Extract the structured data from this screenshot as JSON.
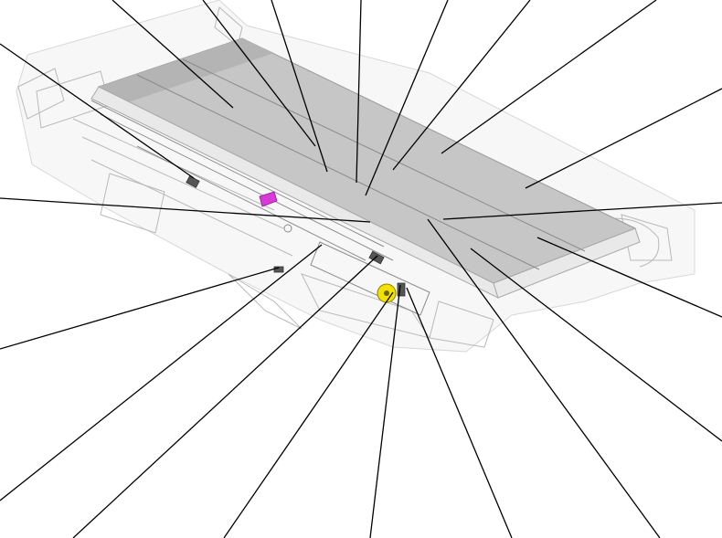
{
  "colors": {
    "background": "#ffffff",
    "belt": "#c6c6c6",
    "frame": "#f4f4f4",
    "leader": "#000000",
    "magenta_part": "#d83ad8",
    "yellow_gear": "#f2e200"
  },
  "parts": [
    "transfer-belt-unit-frame",
    "transfer-belt",
    "magenta-component",
    "yellow-gear",
    "callout-leader-lines"
  ]
}
